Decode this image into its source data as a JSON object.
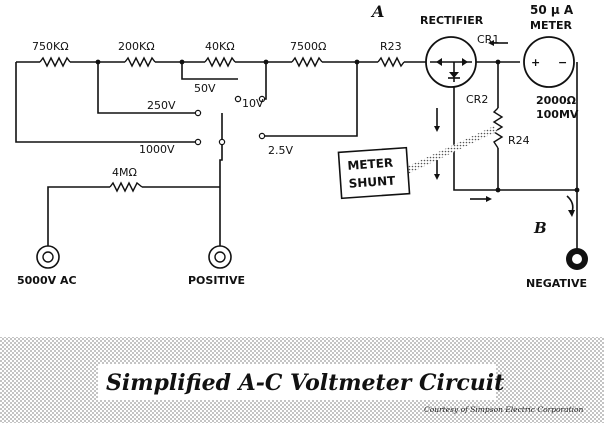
{
  "resistors": {
    "r750k": "750KΩ",
    "r200k": "200KΩ",
    "r40k": "40KΩ",
    "r7500": "7500Ω",
    "r23": "R23",
    "r4m": "4MΩ",
    "r24": "R24"
  },
  "ranges": {
    "v1000": "1000V",
    "v250": "250V",
    "v50": "50V",
    "v10": "10V",
    "v2_5": "2.5V"
  },
  "rectifier": {
    "title": "RECTIFIER",
    "cr1": "CR1",
    "cr2": "CR2"
  },
  "meter": {
    "rating": "50 μ A",
    "title": "METER",
    "plus": "+",
    "minus": "−",
    "resistance": "2000Ω",
    "voltage": "100MV"
  },
  "shunt": {
    "line1": "METER",
    "line2": "SHUNT"
  },
  "points": {
    "a": "A",
    "b": "B"
  },
  "jacks": {
    "ac5000": "5000V AC",
    "positive": "POSITIVE",
    "negative": "NEGATIVE"
  },
  "banner": {
    "title": "Simplified A-C Voltmeter  Circuit",
    "credit": "Courtesy of Simpson Electric Corporation"
  }
}
